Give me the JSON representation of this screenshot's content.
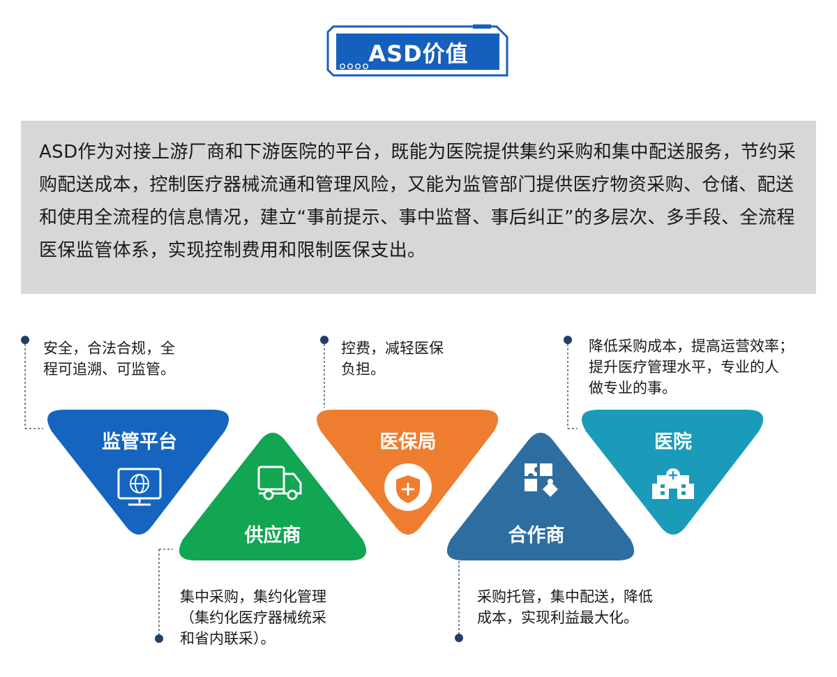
{
  "title": "ASD价值",
  "intro": "ASD作为对接上游厂商和下游医院的平台，既能为医院提供集约采购和集中配送服务，节约采购配送成本，控制医疗器械流通和管理风险，又能为监管部门提供医疗物资采购、仓储、配送和使用全流程的信息情况，建立“事前提示、事中监督、事后纠正”的多层次、多手段、全流程医保监管体系，实现控制费用和限制医保支出。",
  "colors": {
    "title_blue": "#1560bd",
    "panel_gray": "#d7d7d7",
    "supervision": "#1565c0",
    "supplier": "#12a552",
    "insurance": "#ee7d2f",
    "partner": "#2e6d9f",
    "hospital": "#1a9bb9",
    "connector": "#1f3f66"
  },
  "nodes": [
    {
      "id": "supervision",
      "label": "监管平台",
      "icon": "globe-monitor-icon",
      "note": [
        "安全，合法合规，全",
        "程可追溯、可监管。"
      ]
    },
    {
      "id": "supplier",
      "label": "供应商",
      "icon": "truck-icon",
      "note": [
        "集中采购，集约化管理",
        "（集约化医疗器械统采",
        "和省内联采）。"
      ]
    },
    {
      "id": "insurance",
      "label": "医保局",
      "icon": "shield-plus-icon",
      "note": [
        "控费，减轻医保",
        "负担。"
      ]
    },
    {
      "id": "partner",
      "label": "合作商",
      "icon": "puzzle-icon",
      "note": [
        "采购托管，集中配送，降低",
        "成本，实现利益最大化。"
      ]
    },
    {
      "id": "hospital",
      "label": "医院",
      "icon": "hospital-icon",
      "note": [
        "降低采购成本，提高运营效率；",
        "提升医疗管理水平，专业的人",
        "做专业的事。"
      ]
    }
  ]
}
